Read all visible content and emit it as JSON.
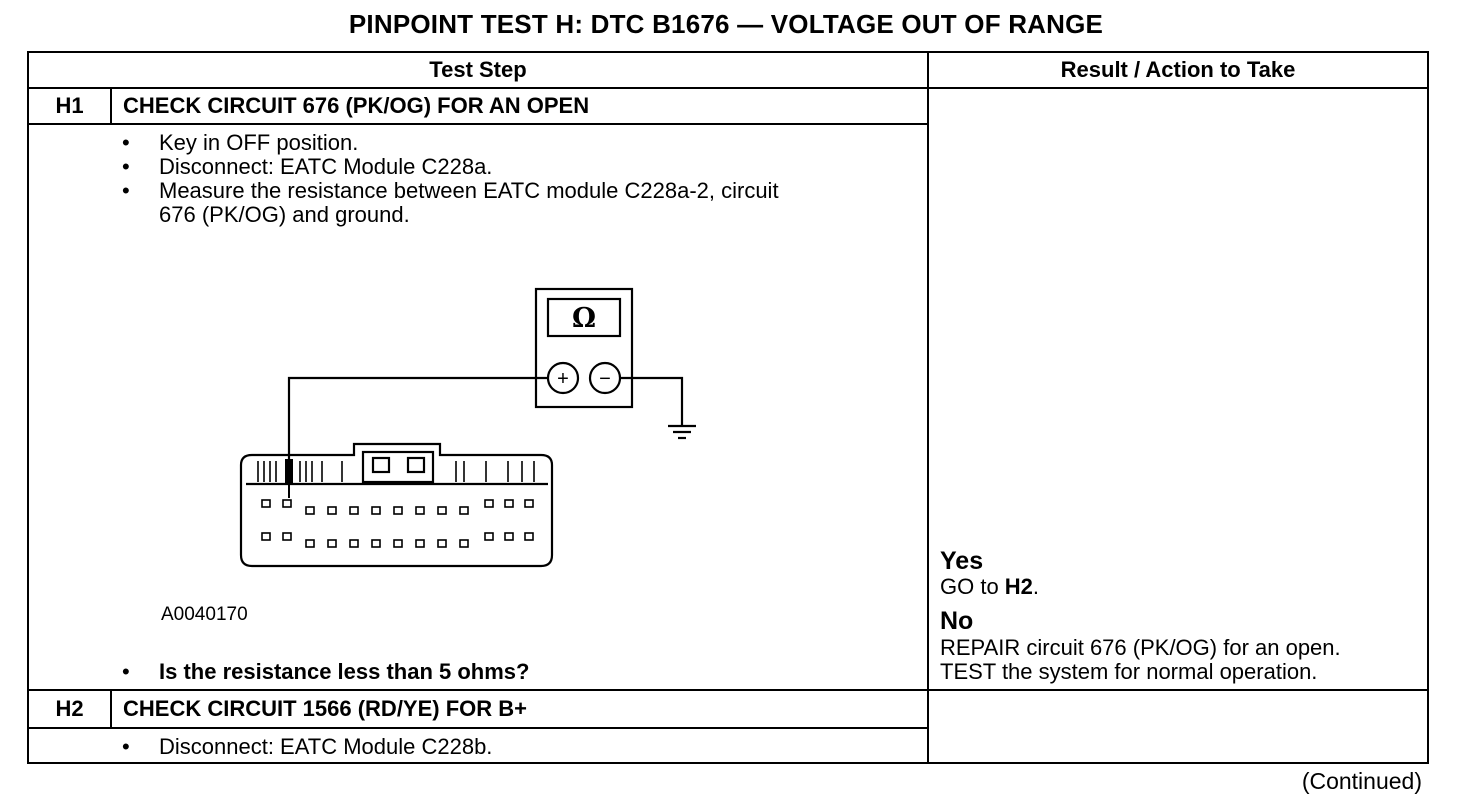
{
  "title": "PINPOINT TEST  H: DTC B1676 — VOLTAGE OUT OF RANGE",
  "table": {
    "col_test_step": "Test Step",
    "col_result": "Result / Action to Take"
  },
  "steps": [
    {
      "id": "H1",
      "title": "CHECK CIRCUIT 676 (PK/OG) FOR AN OPEN",
      "bullets": [
        "Key in OFF position.",
        "Disconnect: EATC Module C228a.",
        "Measure the resistance between EATC module C228a-2, circuit",
        "676 (PK/OG) and ground."
      ],
      "figure_id": "A0040170",
      "question": "Is the resistance less than 5 ohms?",
      "result": {
        "yes_label": "Yes",
        "yes_text_prefix": "GO to ",
        "yes_text_target": "H2",
        "yes_text_suffix": ".",
        "no_label": "No",
        "no_line1": "REPAIR circuit 676 (PK/OG) for an open.",
        "no_line2": "TEST the system for normal operation."
      }
    },
    {
      "id": "H2",
      "title": "CHECK CIRCUIT 1566 (RD/YE) FOR B+",
      "bullets": [
        "Disconnect: EATC Module C228b."
      ]
    }
  ],
  "figure": {
    "meter_symbol": "Ω",
    "plus_symbol": "+",
    "minus_symbol": "−"
  },
  "footer": "(Continued)",
  "bullet_char": "•"
}
